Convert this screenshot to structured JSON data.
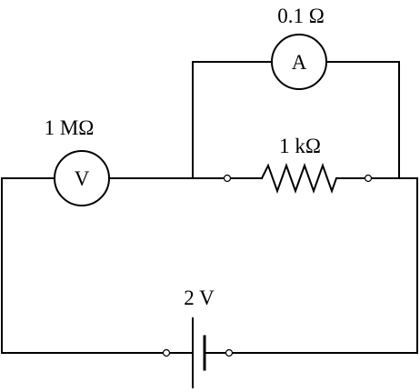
{
  "ammeter": {
    "symbol": "A",
    "resistance_label": "0.1 Ω"
  },
  "voltmeter": {
    "symbol": "V",
    "resistance_label": "1 MΩ"
  },
  "resistor": {
    "label": "1 kΩ"
  },
  "battery": {
    "label": "2 V"
  }
}
